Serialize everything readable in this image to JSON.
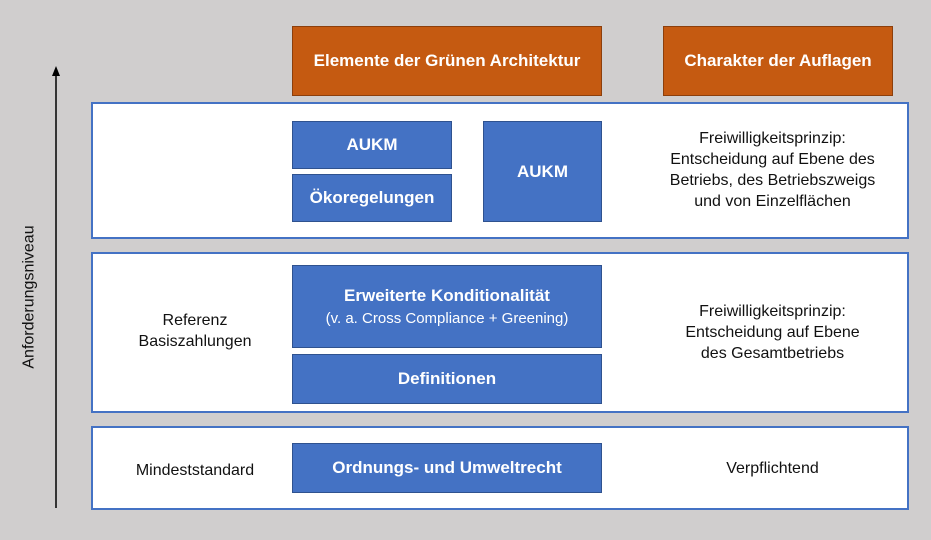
{
  "header": {
    "elements_title": "Elemente der Grünen Architektur",
    "requirements_title": "Charakter der Auflagen"
  },
  "axis": {
    "label": "Anforderungsniveau"
  },
  "tier_top": {
    "box_aukm_left": "AUKM",
    "box_oekoregelungen": "Ökoregelungen",
    "box_aukm_right": "AUKM",
    "character_lines": [
      "Freiwilligkeitsprinzip:",
      "Entscheidung auf Ebene des",
      "Betriebs, des Betriebszweigs",
      "und von Einzelflächen"
    ]
  },
  "tier_middle": {
    "left_lines": [
      "Referenz",
      "Basiszahlungen"
    ],
    "box_conditionality_title": "Erweiterte Konditionalität",
    "box_conditionality_subtitle": "(v. a. Cross Compliance + Greening)",
    "box_definitions": "Definitionen",
    "character_lines": [
      "Freiwilligkeitsprinzip:",
      "Entscheidung auf Ebene",
      "des Gesamtbetriebs"
    ]
  },
  "tier_bottom": {
    "left_label": "Mindeststandard",
    "box_law": "Ordnungs- und Umweltrecht",
    "character": "Verpflichtend"
  }
}
